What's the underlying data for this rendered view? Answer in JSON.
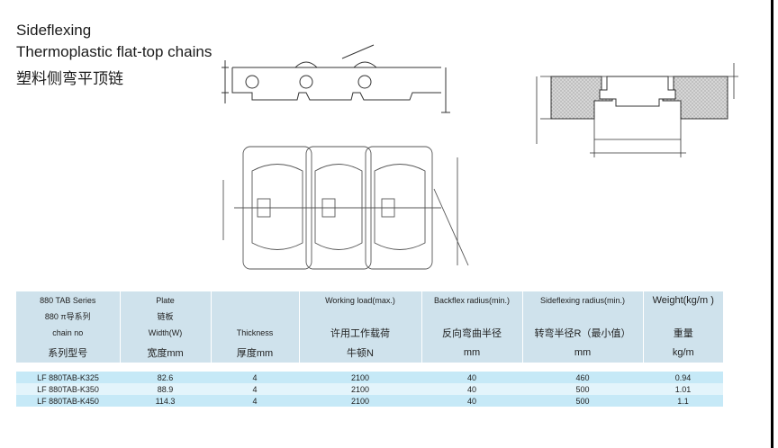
{
  "title": {
    "line1": "Sideflexing",
    "line2": "Thermoplastic flat-top chains",
    "line3": "塑料侧弯平顶链"
  },
  "table": {
    "header_rows": [
      [
        "880 TAB Series",
        "Plate",
        "",
        "Working load(max.)",
        "Backflex radius(min.)",
        "Sideflexing radius(min.)",
        "Weight(kg/m )"
      ],
      [
        "880 π导系列",
        "链板",
        "",
        "",
        "",
        "",
        ""
      ],
      [
        "chain no",
        "Width(W)",
        "Thickness",
        "许用工作载荷",
        "反向弯曲半径",
        "转弯半径R（最小值）",
        "重量"
      ],
      [
        "系列型号",
        "宽度mm",
        "厚度mm",
        "牛顿N",
        "mm",
        "mm",
        "kg/m"
      ]
    ],
    "rows": [
      [
        "LF 880TAB-K325",
        "82.6",
        "4",
        "2100",
        "40",
        "460",
        "0.94"
      ],
      [
        "LF 880TAB-K350",
        "88.9",
        "4",
        "2100",
        "40",
        "500",
        "1.01"
      ],
      [
        "LF 880TAB-K450",
        "114.3",
        "4",
        "2100",
        "40",
        "500",
        "1.1"
      ]
    ]
  }
}
